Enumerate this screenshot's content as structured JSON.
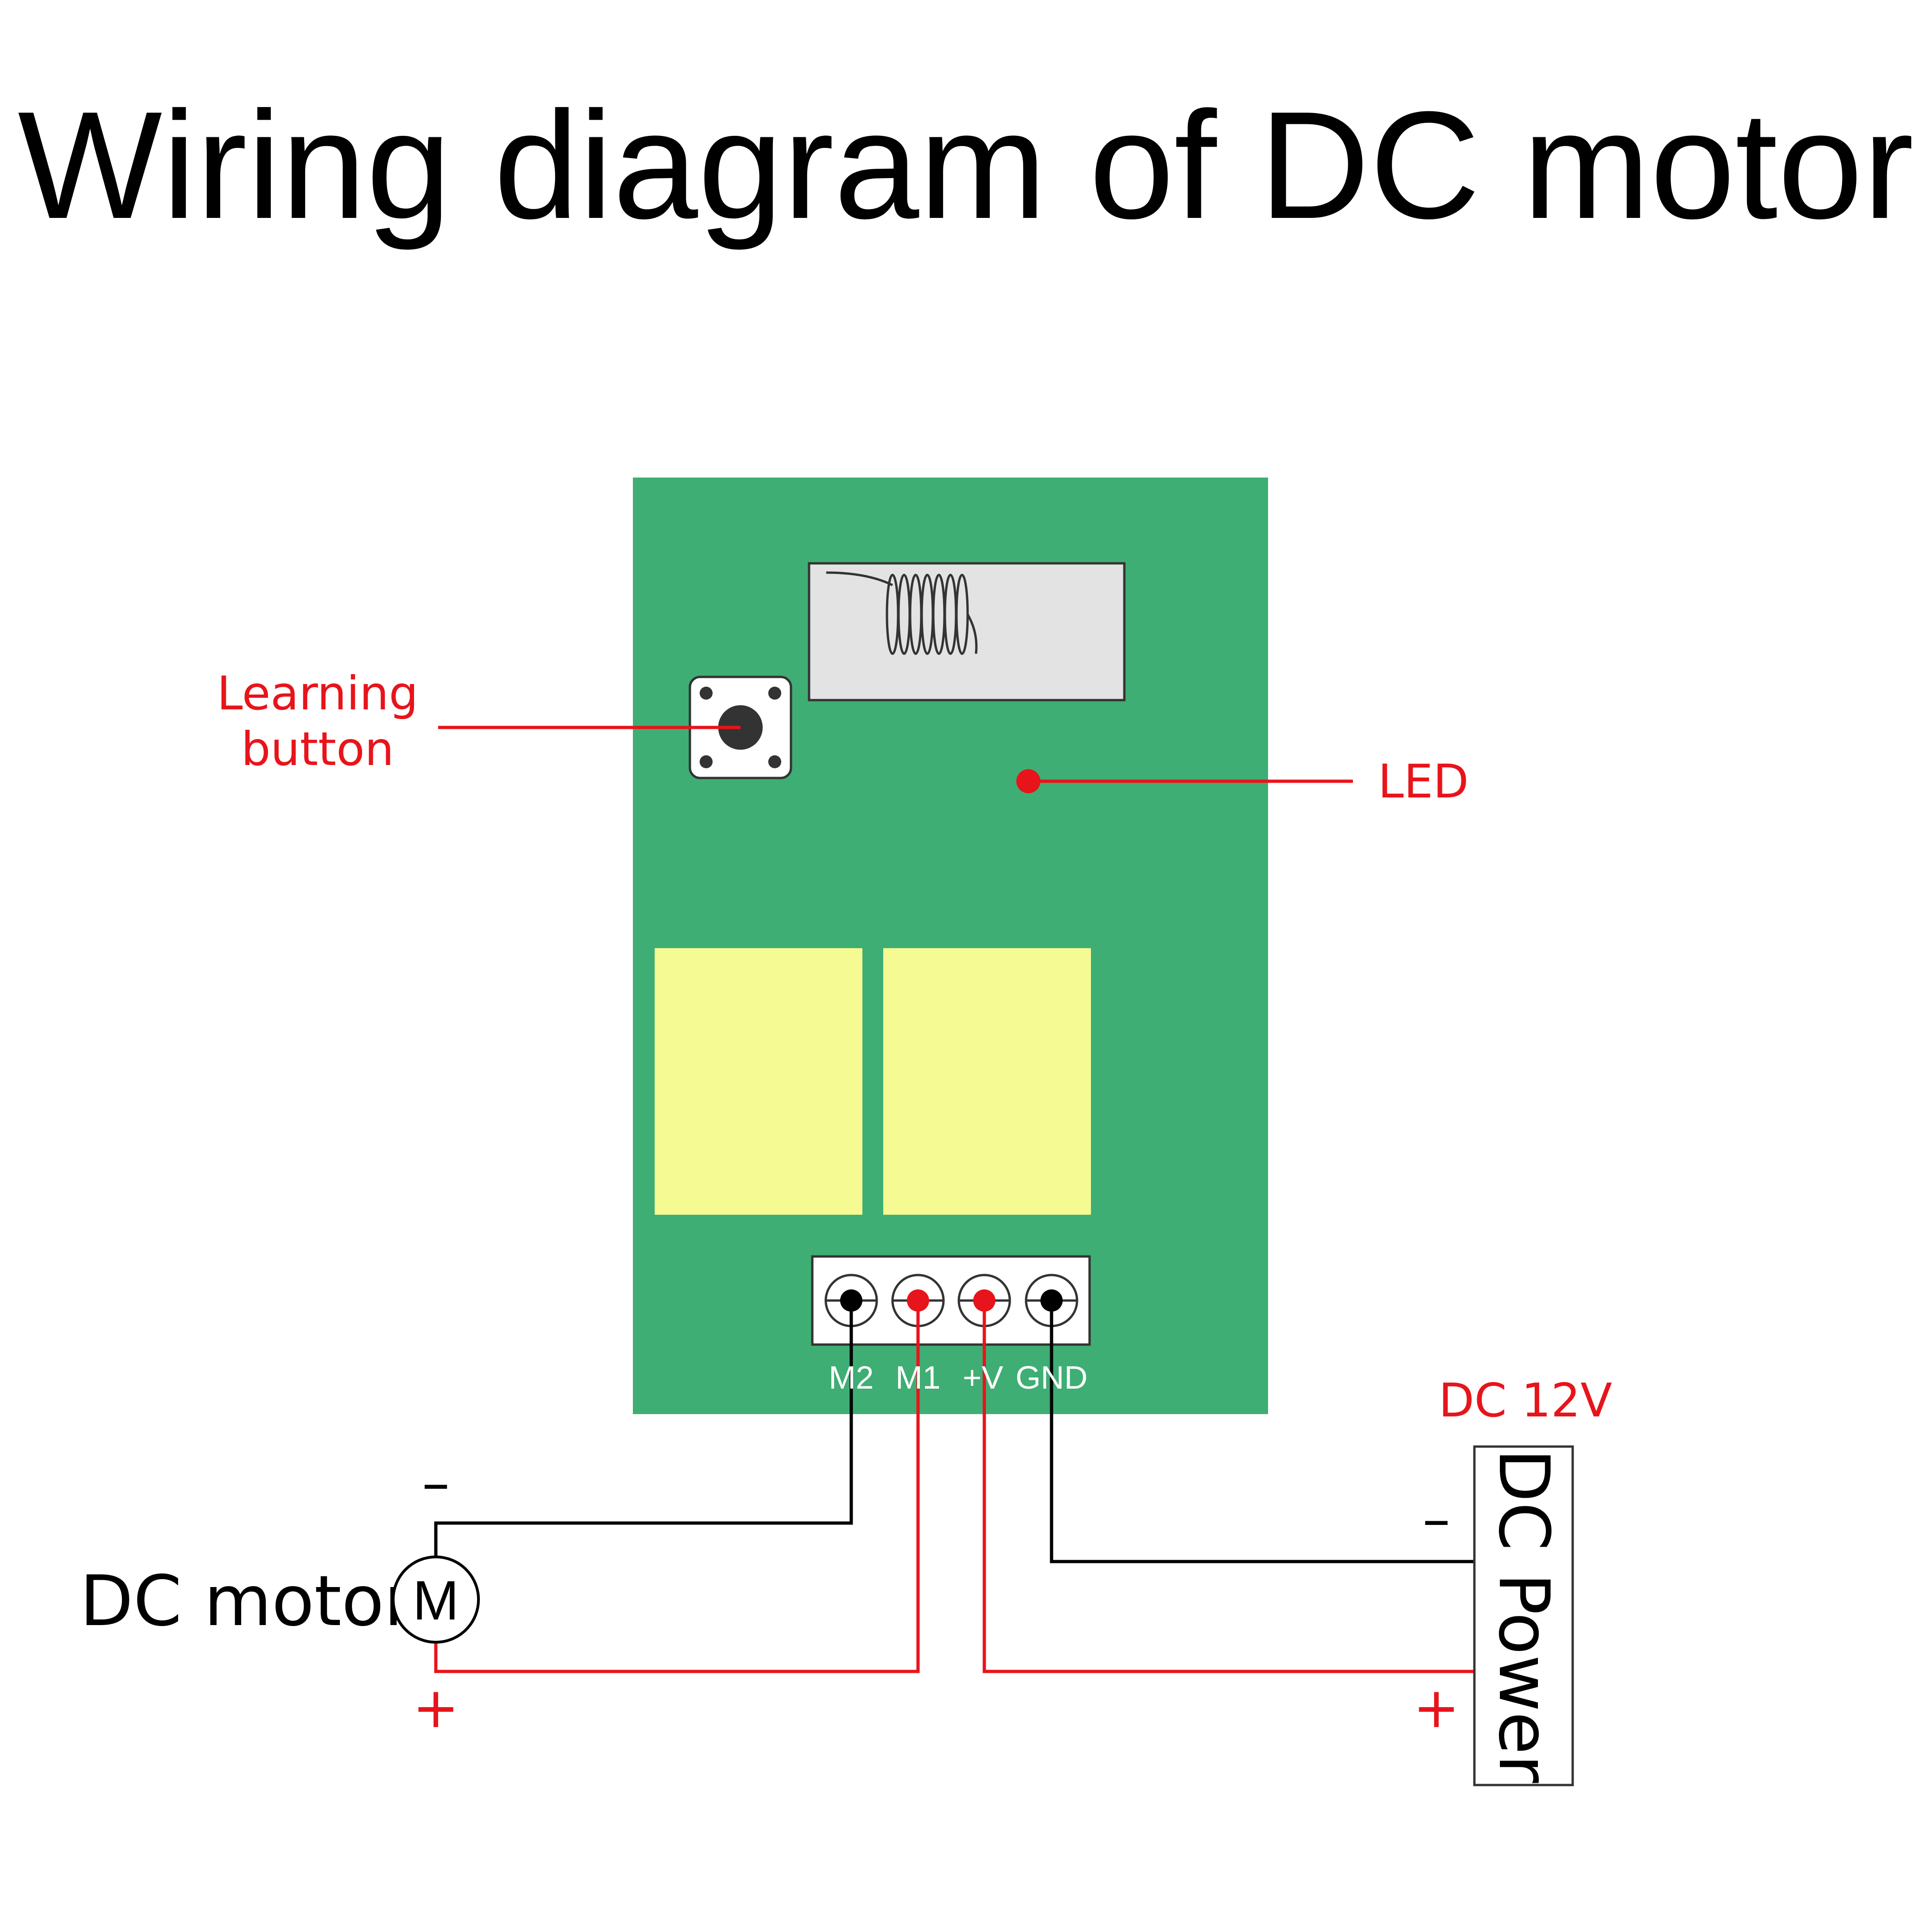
{
  "title": "Wiring diagram of DC motor",
  "labels": {
    "learning_button_line1": "Learning",
    "learning_button_line2": "button",
    "led": "LED",
    "dc_12v": "DC 12V",
    "dc_motor": "DC motor",
    "motor_symbol": "M",
    "dc_power": "DC Power"
  },
  "terminals": [
    {
      "label": "M2",
      "dot_color": "#000000"
    },
    {
      "label": "M1",
      "dot_color": "#e8141b"
    },
    {
      "label": "+V",
      "dot_color": "#e8141b"
    },
    {
      "label": "GND",
      "dot_color": "#000000"
    }
  ],
  "polarity": {
    "motor_negative": "–",
    "motor_positive": "+",
    "power_negative": "–",
    "power_positive": "+"
  },
  "colors": {
    "board": "#3fae74",
    "relay": "#f5fa92",
    "module": "#e3e3e3",
    "wire_red": "#e8141b",
    "wire_black": "#000000",
    "label_red": "#e8141b"
  }
}
